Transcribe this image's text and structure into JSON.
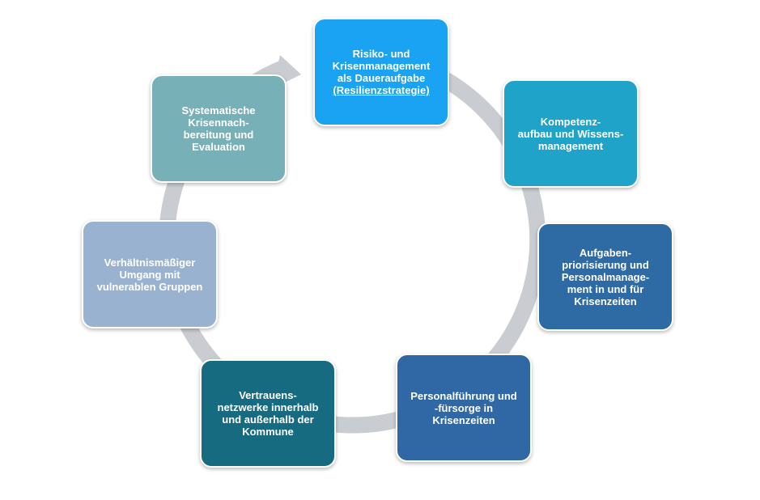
{
  "diagram": {
    "nodes": [
      {
        "id": "risk",
        "lines": [
          "Risiko- und",
          "Krisenmanagement",
          "als Daueraufgabe",
          "(Resilienzstrategie)"
        ],
        "color": "#1aa3f2"
      },
      {
        "id": "competence",
        "lines": [
          "Kompetenz-",
          "aufbau und Wissens-",
          "management"
        ],
        "color": "#20a3c9"
      },
      {
        "id": "priority",
        "lines": [
          "Aufgaben-",
          "priorisierung und",
          "Personalmanage-",
          "ment in und für",
          "Krisenzeiten"
        ],
        "color": "#2e6aa3"
      },
      {
        "id": "leadership",
        "lines": [
          "Personalführung und",
          "-fürsorge in",
          "Krisenzeiten"
        ],
        "color": "#2f68a5"
      },
      {
        "id": "trust",
        "lines": [
          "Vertrauens-",
          "netzwerke innerhalb",
          "und außerhalb der",
          "Kommune"
        ],
        "color": "#166b80"
      },
      {
        "id": "vulnerable",
        "lines": [
          "Verhältnismäßiger",
          "Umgang mit",
          "vulnerablen Gruppen"
        ],
        "color": "#98b2cf"
      },
      {
        "id": "evaluation",
        "lines": [
          "Systematische",
          "Krisennach-",
          "bereitung und",
          "Evaluation"
        ],
        "color": "#78b0b8"
      }
    ],
    "ring_color": "#c9cdd2"
  }
}
